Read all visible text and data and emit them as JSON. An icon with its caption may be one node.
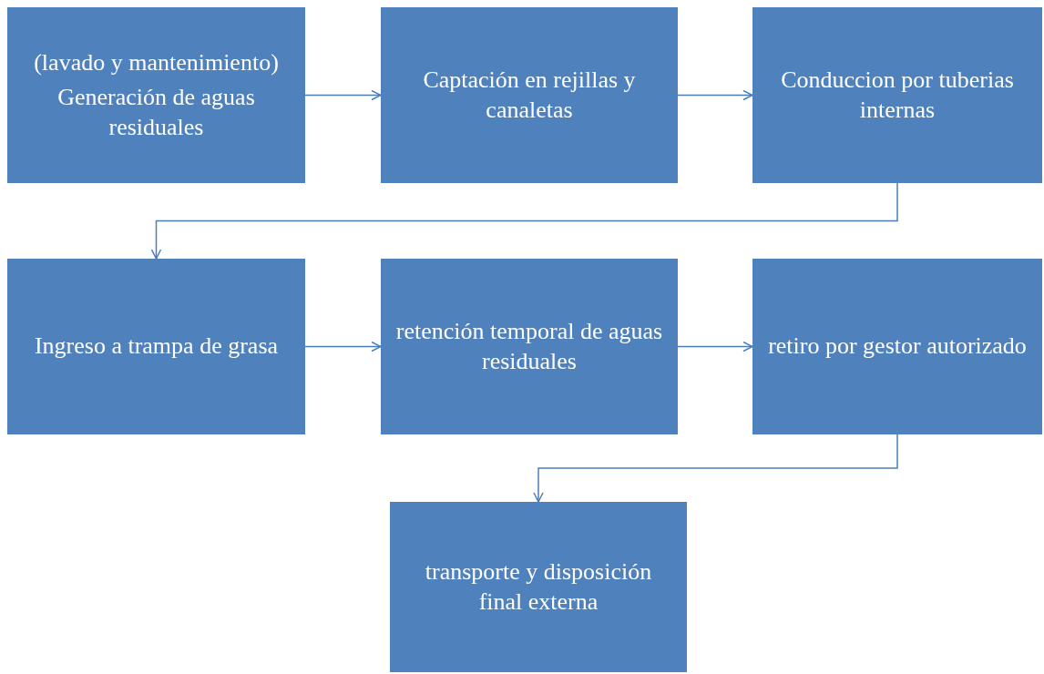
{
  "diagram": {
    "nodes": [
      {
        "text": [
          "(lavado y mantenimiento)",
          "Generación de aguas residuales"
        ]
      },
      {
        "text": [
          "Captación en rejillas y canaletas"
        ]
      },
      {
        "text": [
          "Conduccion por tuberias internas"
        ]
      },
      {
        "text": [
          "Ingreso a trampa de grasa"
        ]
      },
      {
        "text": [
          "retención temporal de aguas residuales"
        ]
      },
      {
        "text": [
          "retiro por gestor autorizado"
        ]
      },
      {
        "text": [
          "transporte y disposición final externa"
        ]
      }
    ],
    "edges": [
      {
        "from": 0,
        "to": 1,
        "arrow": "to"
      },
      {
        "from": 1,
        "to": 2,
        "arrow": "to"
      },
      {
        "from": 2,
        "to": 3,
        "arrow": "to"
      },
      {
        "from": 3,
        "to": 4,
        "arrow": "to"
      },
      {
        "from": 4,
        "to": 5,
        "arrow": "to"
      },
      {
        "from": 5,
        "to": 6,
        "arrow": "to"
      }
    ]
  }
}
